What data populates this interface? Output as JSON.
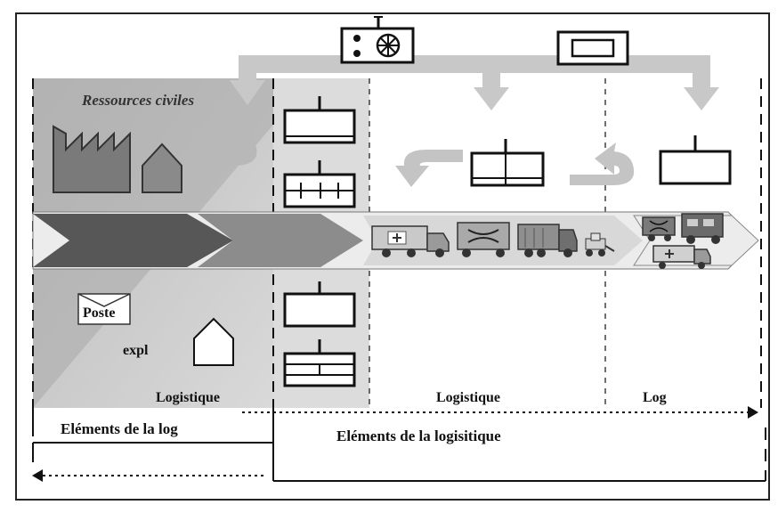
{
  "labels": {
    "civil_resources": "Ressources civiles",
    "poste": "Poste",
    "expl": "expl",
    "logistique_left": "Logistique",
    "logistique_mid": "Logistique",
    "log_right": "Log",
    "elements_de_la_log": "Eléments de la log",
    "elements_de_la_logisitique": "Eléments de la logisitique"
  },
  "colors": {
    "frame": "#000000",
    "left_panel": "#c9c9c9",
    "left_panel_dark": "#b4b4b4",
    "arrow_light": "#d0d0d0",
    "arrow_dark": "#5a5a5a",
    "arrow_mid": "#888888",
    "band_light": "#e6e6e6",
    "factory": "#7a7a7a"
  },
  "icons": [
    "command-post-icon",
    "cargo-unit-icon",
    "factory-icon",
    "house-icon",
    "post-envelope-icon",
    "ambulance-truck-icon",
    "container-truck-icon",
    "tanker-truck-icon",
    "bulldozer-icon",
    "jeep-trailer-icon",
    "covered-truck-icon"
  ]
}
